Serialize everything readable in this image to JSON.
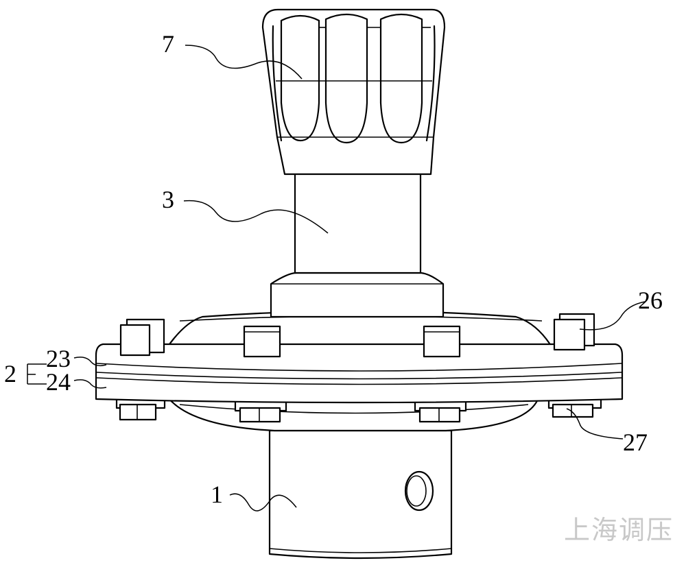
{
  "labels": {
    "part_7": "7",
    "part_3": "3",
    "part_26": "26",
    "part_2": "2",
    "part_23": "23",
    "part_24": "24",
    "part_27": "27",
    "part_1": "1"
  },
  "watermark": "上海调压"
}
